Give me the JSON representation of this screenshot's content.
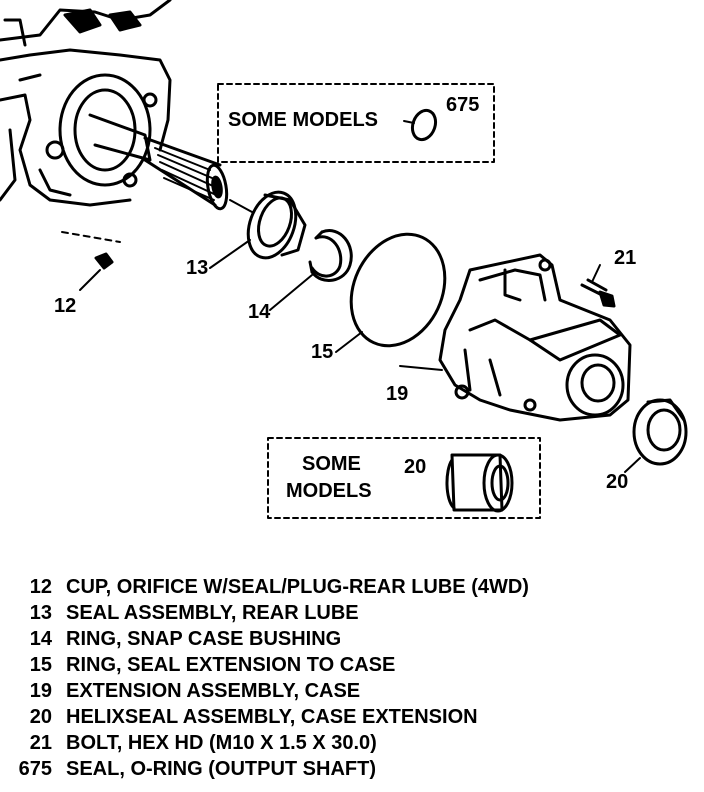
{
  "diagram": {
    "boxes": [
      {
        "id": "top",
        "label": "SOME MODELS",
        "part": "675"
      },
      {
        "id": "bottom",
        "label_line1": "SOME",
        "label_line2": "MODELS",
        "part": "20"
      }
    ],
    "callouts": [
      "12",
      "13",
      "14",
      "15",
      "19",
      "20",
      "21"
    ]
  },
  "legend": [
    {
      "num": "12",
      "desc": "CUP, ORIFICE W/SEAL/PLUG-REAR LUBE (4WD)"
    },
    {
      "num": "13",
      "desc": "SEAL ASSEMBLY, REAR LUBE"
    },
    {
      "num": "14",
      "desc": "RING, SNAP CASE BUSHING"
    },
    {
      "num": "15",
      "desc": "RING, SEAL EXTENSION TO CASE"
    },
    {
      "num": "19",
      "desc": "EXTENSION ASSEMBLY, CASE"
    },
    {
      "num": "20",
      "desc": "HELIXSEAL ASSEMBLY, CASE EXTENSION"
    },
    {
      "num": "21",
      "desc": "BOLT, HEX HD (M10 X 1.5 X 30.0)"
    },
    {
      "num": "675",
      "desc": "SEAL, O-RING (OUTPUT SHAFT)"
    }
  ]
}
